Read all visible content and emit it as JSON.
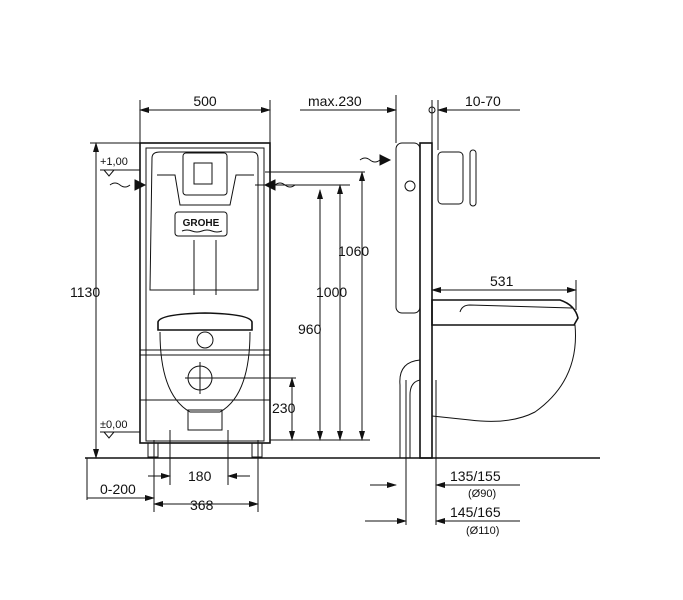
{
  "front_view": {
    "width_label": "500",
    "height_label": "1130",
    "level_top": "+1,00",
    "level_floor": "±0,00",
    "dim_1060": "1060",
    "dim_1000": "1000",
    "dim_960": "960",
    "dim_230": "230",
    "dim_180": "180",
    "dim_368": "368",
    "dim_0_200": "0-200",
    "brand_logo": "GROHE"
  },
  "side_view": {
    "max_label": "max.230",
    "range_label": "10-70",
    "depth_label": "531",
    "pipe1_label": "135/155",
    "pipe1_diameter": "(Ø90)",
    "pipe2_label": "145/165",
    "pipe2_diameter": "(Ø110)"
  }
}
